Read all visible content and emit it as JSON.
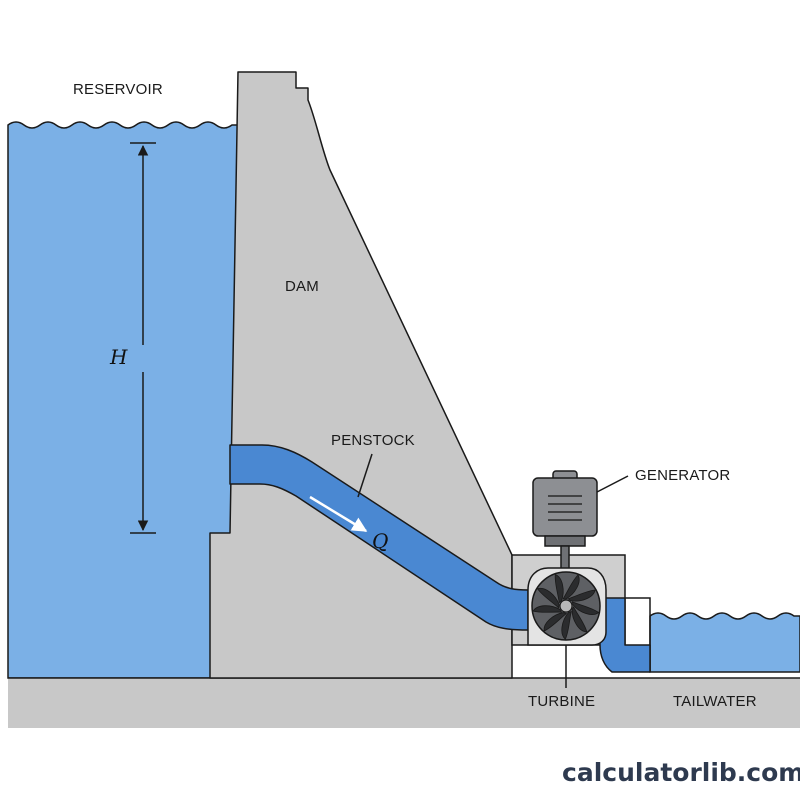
{
  "labels": {
    "reservoir": "RESERVOIR",
    "dam": "DAM",
    "head": "H",
    "penstock": "PENSTOCK",
    "flow": "Q",
    "generator": "GENERATOR",
    "turbine": "TURBINE",
    "tailwater": "TAILWATER"
  },
  "watermark": "calculatorlib.com",
  "colors": {
    "water": "#7bb0e6",
    "water_dark": "#4a88d2",
    "dam": "#c8c8c8",
    "machine": "#8d8f93",
    "outline": "#1a1a1a"
  }
}
